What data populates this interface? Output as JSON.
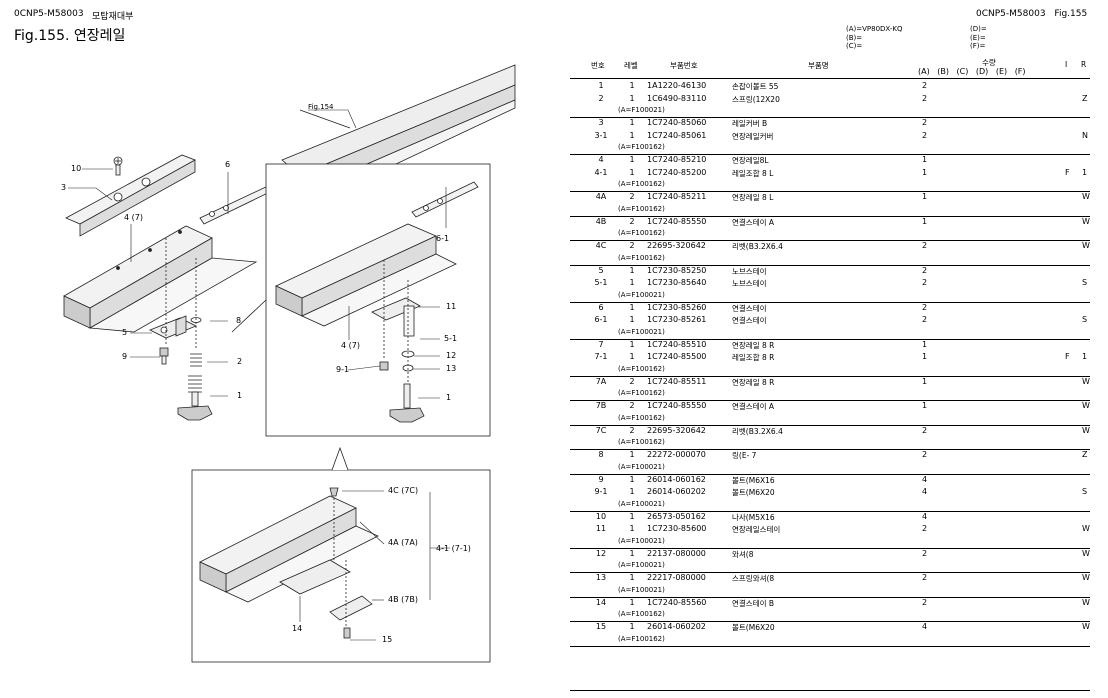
{
  "header": {
    "left_code": "0CNP5-M58003",
    "left_title": "모탑재대부",
    "figure_label": "Fig.155.  연장레일",
    "right_code": "0CNP5-M58003",
    "right_fig": "Fig.155"
  },
  "models": {
    "a": "(A)=VP80DX-KQ",
    "b": "(B)=",
    "c": "(C)=",
    "d": "(D)=",
    "e": "(E)=",
    "f": "(F)="
  },
  "table_headers": {
    "no": "번호",
    "level": "레벨",
    "part_no": "부품번호",
    "name": "부품명",
    "qty": "수량",
    "qty_cols": "(A) (B) (C) (D) (E) (F)",
    "i": "I",
    "r": "R"
  },
  "parts": [
    {
      "no": "1",
      "lv": "1",
      "pn": "1A1220-46130",
      "name": "손잡이볼트 55",
      "qty": "2",
      "i": "",
      "r": "",
      "note": ""
    },
    {
      "no": "2",
      "lv": "1",
      "pn": "1C6490-83110",
      "name": "스프링(12X20",
      "qty": "2",
      "i": "",
      "r": "Z",
      "note": "(A=F100021)"
    },
    {
      "no": "3",
      "lv": "1",
      "pn": "1C7240-85060",
      "name": "레일커버 B",
      "qty": "2",
      "i": "",
      "r": "",
      "note": ""
    },
    {
      "no": "3-1",
      "lv": "1",
      "pn": "1C7240-85061",
      "name": "연장레일커버",
      "qty": "2",
      "i": "",
      "r": "N",
      "note": "(A=F100162)"
    },
    {
      "no": "4",
      "lv": "1",
      "pn": "1C7240-85210",
      "name": "연장레일8L",
      "qty": "1",
      "i": "",
      "r": "",
      "note": ""
    },
    {
      "no": "4-1",
      "lv": "1",
      "pn": "1C7240-85200",
      "name": "레일조합 8 L",
      "qty": "1",
      "i": "F",
      "r": "1",
      "note": "(A=F100162)"
    },
    {
      "no": "4A",
      "lv": "2",
      "pn": "1C7240-85211",
      "name": "연장레일 8 L",
      "qty": "1",
      "i": "",
      "r": "W",
      "note": "(A=F100162)"
    },
    {
      "no": "4B",
      "lv": "2",
      "pn": "1C7240-85550",
      "name": "연결스테이 A",
      "qty": "1",
      "i": "",
      "r": "W",
      "note": "(A=F100162)"
    },
    {
      "no": "4C",
      "lv": "2",
      "pn": "22695-320642",
      "name": "리벳(B3.2X6.4",
      "qty": "2",
      "i": "",
      "r": "W",
      "note": "(A=F100162)"
    },
    {
      "no": "5",
      "lv": "1",
      "pn": "1C7230-85250",
      "name": "노브스테이",
      "qty": "2",
      "i": "",
      "r": "",
      "note": ""
    },
    {
      "no": "5-1",
      "lv": "1",
      "pn": "1C7230-85640",
      "name": "노브스테이",
      "qty": "2",
      "i": "",
      "r": "S",
      "note": "(A=F100021)"
    },
    {
      "no": "6",
      "lv": "1",
      "pn": "1C7230-85260",
      "name": "연결스테이",
      "qty": "2",
      "i": "",
      "r": "",
      "note": ""
    },
    {
      "no": "6-1",
      "lv": "1",
      "pn": "1C7230-85261",
      "name": "연결스테이",
      "qty": "2",
      "i": "",
      "r": "S",
      "note": "(A=F100021)"
    },
    {
      "no": "7",
      "lv": "1",
      "pn": "1C7240-85510",
      "name": "연장레일 8 R",
      "qty": "1",
      "i": "",
      "r": "",
      "note": ""
    },
    {
      "no": "7-1",
      "lv": "1",
      "pn": "1C7240-85500",
      "name": "레일조합 8 R",
      "qty": "1",
      "i": "F",
      "r": "1",
      "note": "(A=F100162)"
    },
    {
      "no": "7A",
      "lv": "2",
      "pn": "1C7240-85511",
      "name": "연장레일 8 R",
      "qty": "1",
      "i": "",
      "r": "W",
      "note": "(A=F100162)"
    },
    {
      "no": "7B",
      "lv": "2",
      "pn": "1C7240-85550",
      "name": "연결스테이 A",
      "qty": "1",
      "i": "",
      "r": "W",
      "note": "(A=F100162)"
    },
    {
      "no": "7C",
      "lv": "2",
      "pn": "22695-320642",
      "name": "리벳(B3.2X6.4",
      "qty": "2",
      "i": "",
      "r": "W",
      "note": "(A=F100162)"
    },
    {
      "no": "8",
      "lv": "1",
      "pn": "22272-000070",
      "name": "링(E- 7",
      "qty": "2",
      "i": "",
      "r": "Z",
      "note": "(A=F100021)"
    },
    {
      "no": "9",
      "lv": "1",
      "pn": "26014-060162",
      "name": "볼트(M6X16",
      "qty": "4",
      "i": "",
      "r": "",
      "note": ""
    },
    {
      "no": "9-1",
      "lv": "1",
      "pn": "26014-060202",
      "name": "볼트(M6X20",
      "qty": "4",
      "i": "",
      "r": "S",
      "note": "(A=F100021)"
    },
    {
      "no": "10",
      "lv": "1",
      "pn": "26573-050162",
      "name": "나사(M5X16",
      "qty": "4",
      "i": "",
      "r": "",
      "note": ""
    },
    {
      "no": "11",
      "lv": "1",
      "pn": "1C7230-85600",
      "name": "연장레일스테이",
      "qty": "2",
      "i": "",
      "r": "W",
      "note": "(A=F100021)"
    },
    {
      "no": "12",
      "lv": "1",
      "pn": "22137-080000",
      "name": "와셔(8",
      "qty": "2",
      "i": "",
      "r": "W",
      "note": "(A=F100021)"
    },
    {
      "no": "13",
      "lv": "1",
      "pn": "22217-080000",
      "name": "스프링와셔(8",
      "qty": "2",
      "i": "",
      "r": "W",
      "note": "(A=F100021)"
    },
    {
      "no": "14",
      "lv": "1",
      "pn": "1C7240-85560",
      "name": "연결스테이 B",
      "qty": "2",
      "i": "",
      "r": "W",
      "note": "(A=F100162)"
    },
    {
      "no": "15",
      "lv": "1",
      "pn": "26014-060202",
      "name": "볼트(M6X20",
      "qty": "4",
      "i": "",
      "r": "W",
      "note": "(A=F100162)"
    }
  ],
  "callouts": {
    "fig154": "Fig.154",
    "c10": "10",
    "c3": "3",
    "c6": "6",
    "c4": "4 (7)",
    "c8": "8",
    "c5": "5",
    "c2": "2",
    "c9": "9",
    "c1": "1",
    "c61": "6-1",
    "c11": "11",
    "c4b": "4 (7)",
    "c51": "5-1",
    "c12": "12",
    "c91": "9-1",
    "c13": "13",
    "c1b": "1",
    "c4c": "4C (7C)",
    "c4a": "4A (7A)",
    "c41": "4-1 (7-1)",
    "c4bb": "4B (7B)",
    "c14": "14",
    "c15": "15"
  }
}
